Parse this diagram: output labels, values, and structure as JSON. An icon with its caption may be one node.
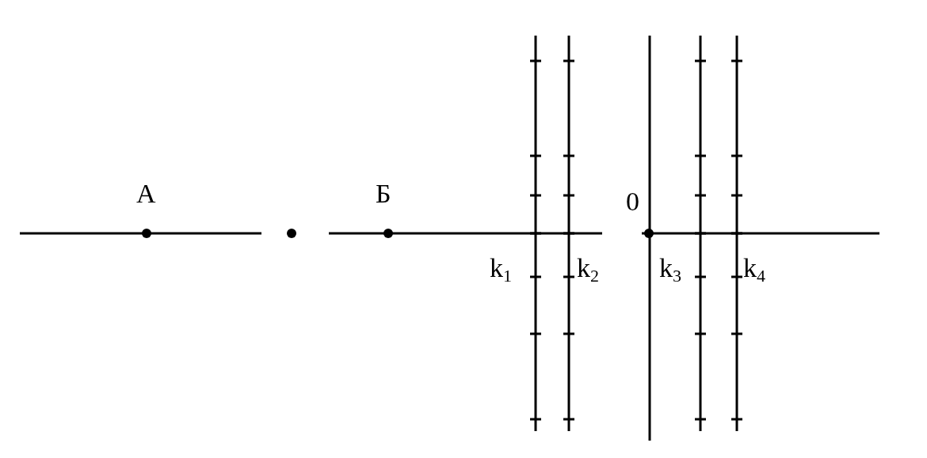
{
  "diagram": {
    "labels": [
      "А",
      "Б",
      "0",
      "k$_{1}$",
      "k$_{2}$",
      "k$_{3}$",
      "k$_{4}$"
    ]
  }
}
